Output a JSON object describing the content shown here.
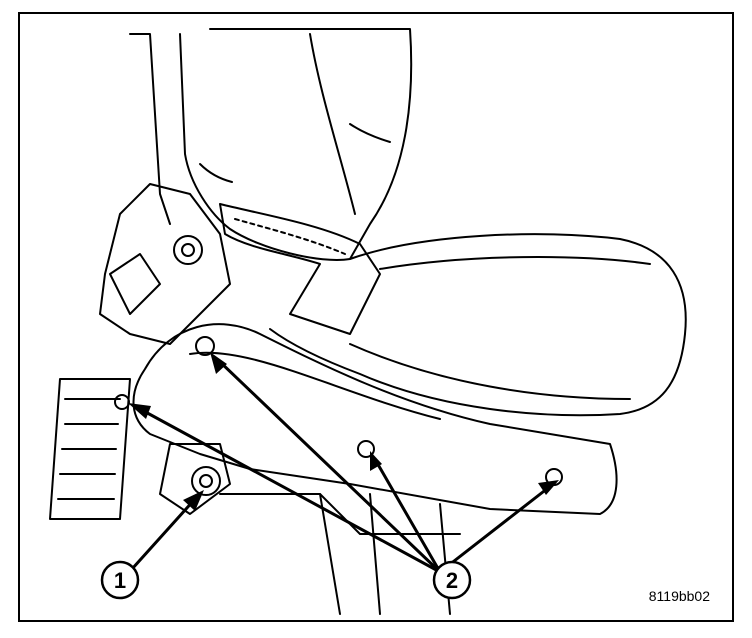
{
  "callouts": [
    {
      "id": "1",
      "label": "1"
    },
    {
      "id": "2",
      "label": "2"
    }
  ],
  "figure_code": "8119bb02",
  "colors": {
    "line": "#000000",
    "background": "#ffffff"
  }
}
